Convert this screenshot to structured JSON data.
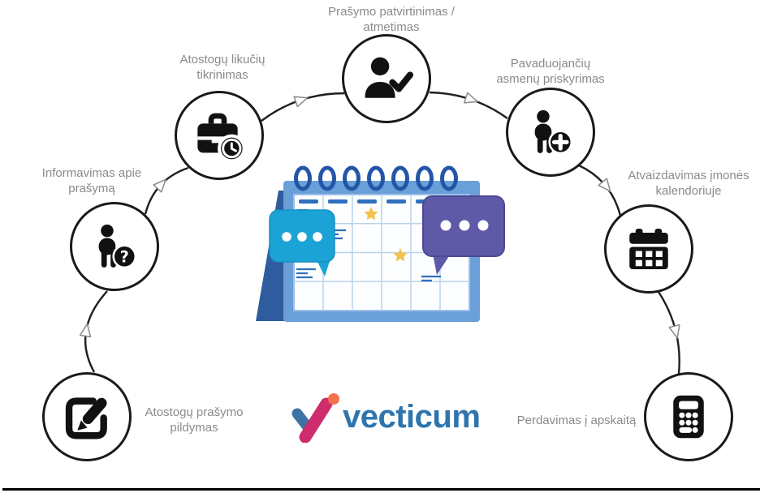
{
  "steps": [
    {
      "label": "Atostogų prašymo\npildymas",
      "icon": "edit-icon"
    },
    {
      "label": "Informavimas apie\nprašymą",
      "icon": "person-question-icon"
    },
    {
      "label": "Atostogų likučių\ntikrinimas",
      "icon": "briefcase-clock-icon"
    },
    {
      "label": "Prašymo patvirtinimas /\natmetimas",
      "icon": "person-check-icon"
    },
    {
      "label": "Pavaduojančių\nasmenų priskyrimas",
      "icon": "person-plus-icon"
    },
    {
      "label": "Atvaizdavimas įmonės\nkalendoriuje",
      "icon": "calendar-icon"
    },
    {
      "label": "Perdavimas į apskaitą",
      "icon": "calculator-icon"
    }
  ],
  "icons": {
    "question_glyph": "?"
  },
  "logo": {
    "text": "vecticum",
    "colors": {
      "text": "#2e74ad",
      "mark_blue": "#3c75a3",
      "mark_pink": "#cd2d6d",
      "mark_orange": "#f4714e"
    }
  },
  "colors": {
    "label_text": "#8a8a8a",
    "node_stroke": "#1a1a1a",
    "icon_black": "#111111",
    "connector": "#1f1f1f",
    "bubble_cyan": "#1ba3d6",
    "bubble_purple": "#5e5aa8",
    "calendar_frame": "#6b9fd8",
    "calendar_stand": "#2e5c9e",
    "calendar_accent": "#2f6fc0",
    "star_yellow": "#f1c24f"
  }
}
